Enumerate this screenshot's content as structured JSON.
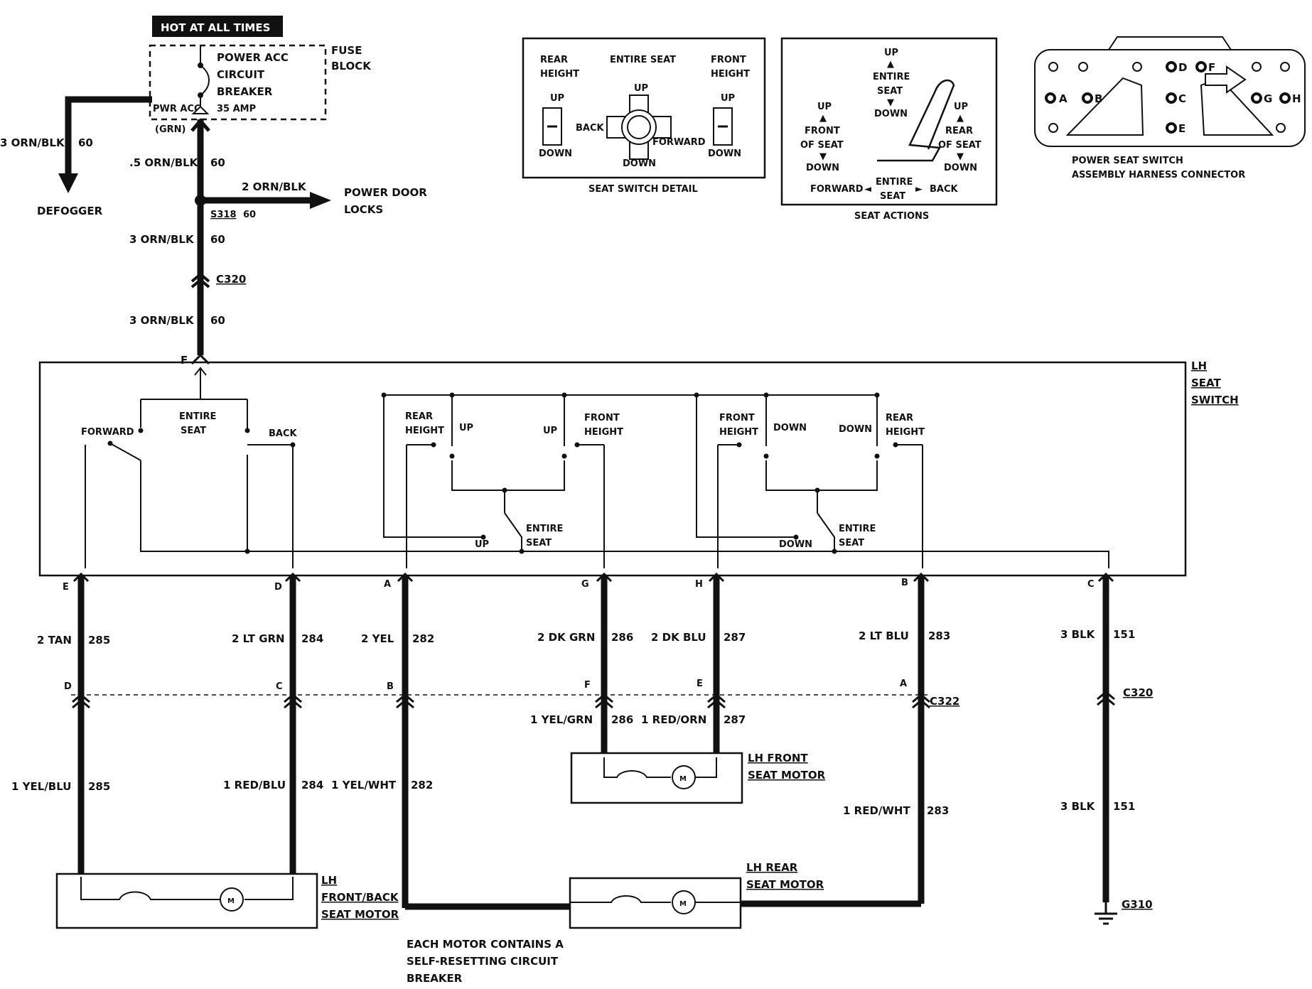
{
  "header": {
    "hot_at_all_times": "HOT AT ALL TIMES"
  },
  "fuse_block": {
    "title_line1": "FUSE",
    "title_line2": "BLOCK",
    "breaker_line1": "POWER ACC",
    "breaker_line2": "CIRCUIT",
    "breaker_line3": "BREAKER",
    "amp": "35 AMP",
    "terminal": "PWR ACC",
    "terminal_color": "(GRN)"
  },
  "feed_wires": {
    "defogger_wire": "3 ORN/BLK",
    "defogger_circuit": "60",
    "defogger_label": "DEFOGGER",
    "main_wire_1": ".5 ORN/BLK",
    "main_circuit_1": "60",
    "door_wire": "2 ORN/BLK",
    "door_label_line1": "POWER DOOR",
    "door_label_line2": "LOCKS",
    "splice": "S318",
    "splice_circuit": "60",
    "main_wire_2": "3 ORN/BLK",
    "main_circuit_2": "60",
    "connector_top": "C320",
    "main_wire_3": "3 ORN/BLK",
    "main_circuit_3": "60",
    "pin_f": "F"
  },
  "seat_switch_detail": {
    "rear_height_1": "REAR",
    "rear_height_2": "HEIGHT",
    "entire_seat": "ENTIRE SEAT",
    "front_height_1": "FRONT",
    "front_height_2": "HEIGHT",
    "up_left": "UP",
    "down_left": "DOWN",
    "up_center": "UP",
    "back": "BACK",
    "forward": "FORWARD",
    "down_center": "DOWN",
    "up_right": "UP",
    "down_right": "DOWN",
    "caption": "SEAT SWITCH DETAIL"
  },
  "seat_actions": {
    "up_top": "UP",
    "entire_1": "ENTIRE",
    "seat_1": "SEAT",
    "down_1": "DOWN",
    "up_left": "UP",
    "front_of_seat_1": "FRONT",
    "front_of_seat_2": "OF SEAT",
    "down_left": "DOWN",
    "up_right": "UP",
    "rear_of_seat_1": "REAR",
    "rear_of_seat_2": "OF SEAT",
    "down_right": "DOWN",
    "forward": "FORWARD",
    "entire_2": "ENTIRE",
    "seat_2": "SEAT",
    "back": "BACK",
    "caption": "SEAT ACTIONS"
  },
  "harness_connector": {
    "pins": [
      "A",
      "B",
      "C",
      "D",
      "E",
      "F",
      "G",
      "H"
    ],
    "caption_line1": "POWER SEAT SWITCH",
    "caption_line2": "ASSEMBLY HARNESS CONNECTOR"
  },
  "lh_seat_switch": {
    "title_line1": "LH",
    "title_line2": "SEAT",
    "title_line3": "SWITCH",
    "forward": "FORWARD",
    "entire_1": "ENTIRE",
    "seat_1": "SEAT",
    "back": "BACK",
    "rear_1": "REAR",
    "height_1": "HEIGHT",
    "up_1": "UP",
    "up_2": "UP",
    "front_1": "FRONT",
    "height_2": "HEIGHT",
    "front_2": "FRONT",
    "height_3": "HEIGHT",
    "down_1": "DOWN",
    "down_2": "DOWN",
    "rear_2": "REAR",
    "height_4": "HEIGHT",
    "entire_2": "ENTIRE",
    "seat_2": "SEAT",
    "up_3": "UP",
    "entire_3": "ENTIRE",
    "seat_3": "SEAT",
    "down_3": "DOWN"
  },
  "switch_pins": [
    "E",
    "D",
    "A",
    "G",
    "H",
    "B",
    "C"
  ],
  "upper_wires": [
    {
      "wire": "2 TAN",
      "circuit": "285"
    },
    {
      "wire": "2 LT GRN",
      "circuit": "284"
    },
    {
      "wire": "2 YEL",
      "circuit": "282"
    },
    {
      "wire": "2 DK GRN",
      "circuit": "286"
    },
    {
      "wire": "2 DK BLU",
      "circuit": "287"
    },
    {
      "wire": "2 LT BLU",
      "circuit": "283"
    },
    {
      "wire": "3 BLK",
      "circuit": "151"
    }
  ],
  "c322_pins": [
    "D",
    "C",
    "B",
    "F",
    "E",
    "A"
  ],
  "connectors": {
    "c322": "C322",
    "c320": "C320",
    "g310": "G310"
  },
  "lower_wires": [
    {
      "wire": "1 YEL/BLU",
      "circuit": "285"
    },
    {
      "wire": "1 RED/BLU",
      "circuit": "284"
    },
    {
      "wire": "1 YEL/WHT",
      "circuit": "282"
    },
    {
      "wire": "1 YEL/GRN",
      "circuit": "286"
    },
    {
      "wire": "1 RED/ORN",
      "circuit": "287"
    },
    {
      "wire": "1 RED/WHT",
      "circuit": "283"
    },
    {
      "wire": "3 BLK",
      "circuit": "151"
    }
  ],
  "motors": {
    "front_back_1": "LH",
    "front_back_2": "FRONT/BACK",
    "front_back_3": "SEAT MOTOR",
    "front_1": "LH FRONT",
    "front_2": "SEAT MOTOR",
    "rear_1": "LH REAR",
    "rear_2": "SEAT MOTOR",
    "m": "M"
  },
  "note": {
    "line1": "EACH MOTOR CONTAINS A",
    "line2": "SELF-RESETTING CIRCUIT",
    "line3": "BREAKER"
  }
}
